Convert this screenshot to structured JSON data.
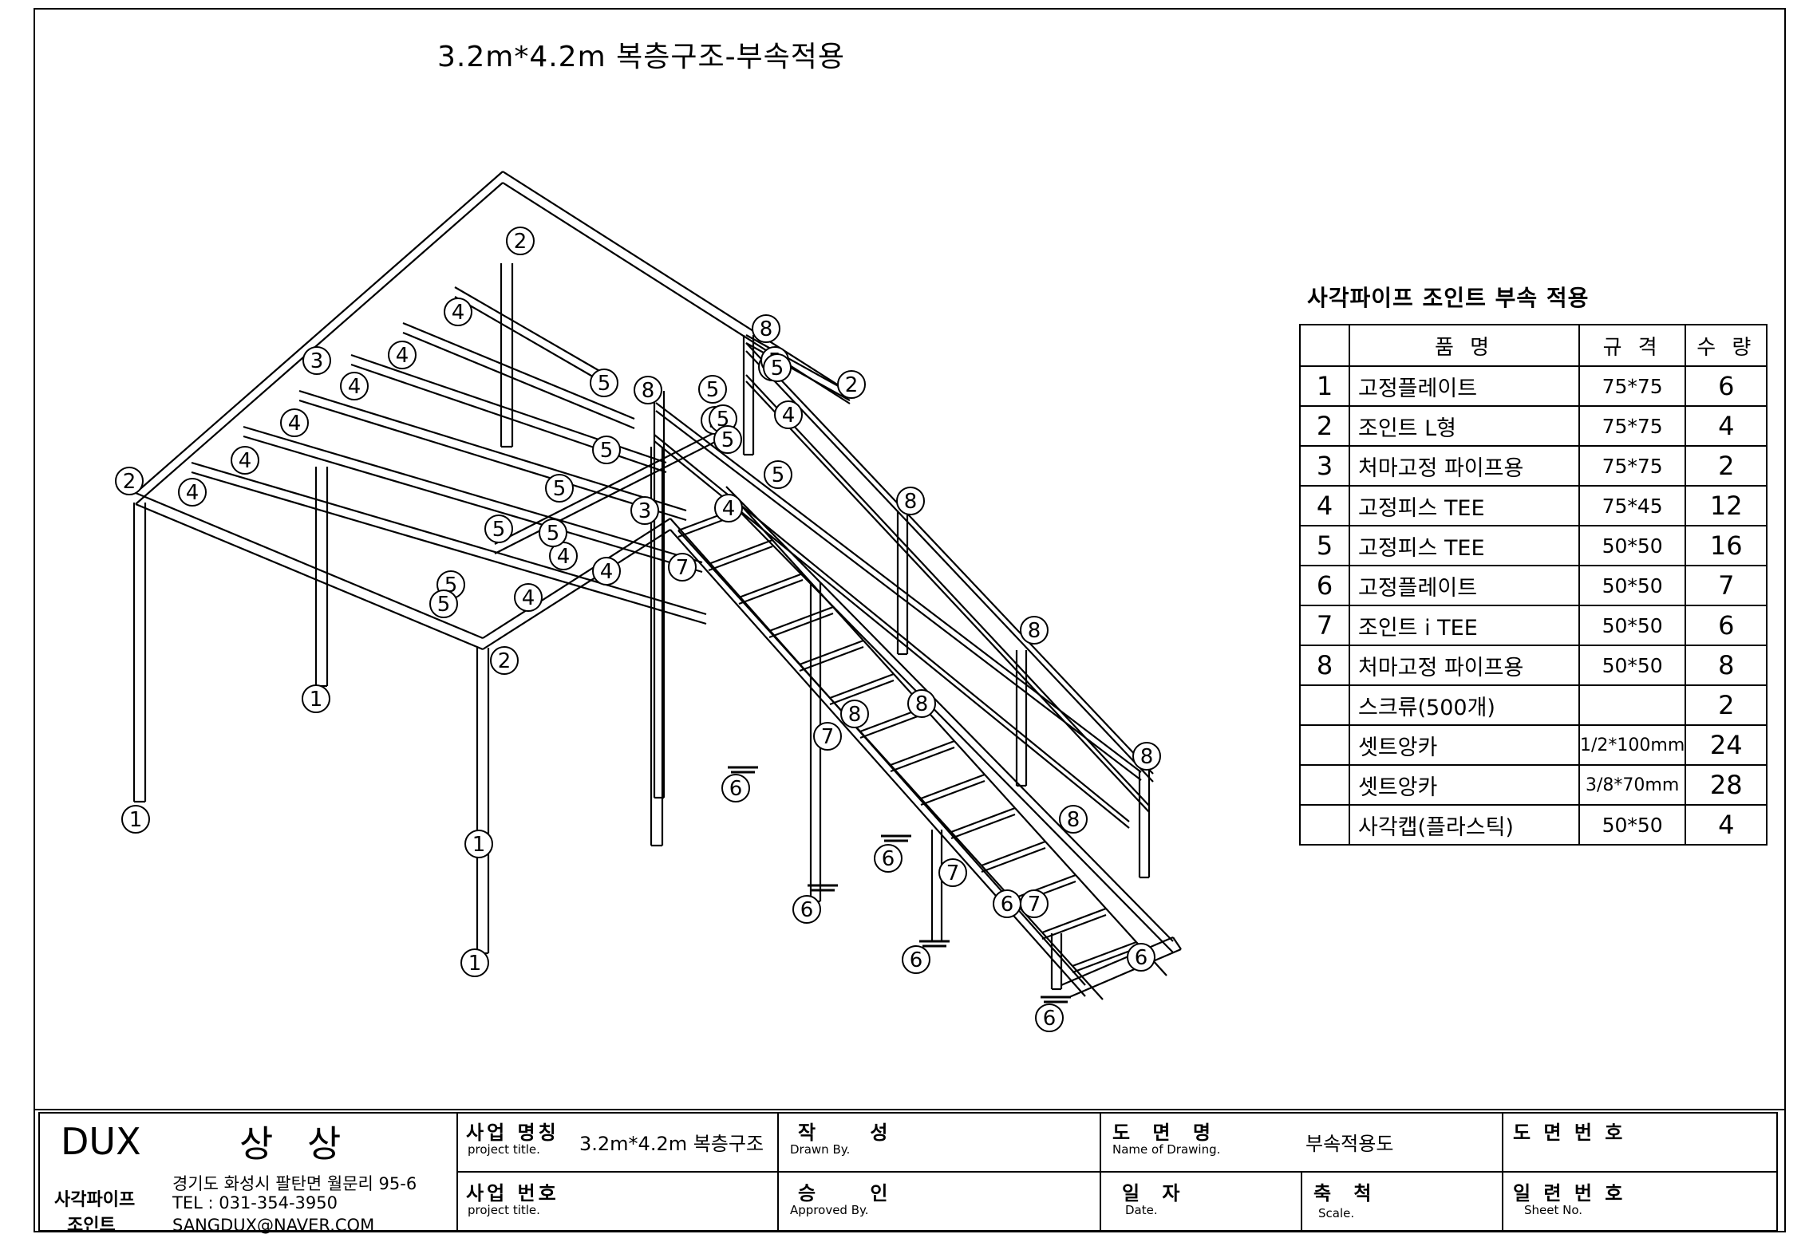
{
  "title": "3.2m*4.2m 복층구조-부속적용",
  "parts_table": {
    "heading": "사각파이프 조인트 부속 적용",
    "headers": {
      "no": "",
      "name": "품 명",
      "spec": "규 격",
      "qty": "수 량"
    },
    "rows": [
      {
        "no": "1",
        "name": "고정플레이트",
        "spec": "75*75",
        "qty": "6"
      },
      {
        "no": "2",
        "name": "조인트 L형",
        "spec": "75*75",
        "qty": "4"
      },
      {
        "no": "3",
        "name": "처마고정 파이프용",
        "spec": "75*75",
        "qty": "2"
      },
      {
        "no": "4",
        "name": "고정피스 TEE",
        "spec": "75*45",
        "qty": "12"
      },
      {
        "no": "5",
        "name": "고정피스 TEE",
        "spec": "50*50",
        "qty": "16"
      },
      {
        "no": "6",
        "name": "고정플레이트",
        "spec": "50*50",
        "qty": "7"
      },
      {
        "no": "7",
        "name": "조인트 i TEE",
        "spec": "50*50",
        "qty": "6"
      },
      {
        "no": "8",
        "name": "처마고정 파이프용",
        "spec": "50*50",
        "qty": "8"
      },
      {
        "no": "",
        "name": "스크류(500개)",
        "spec": "",
        "qty": "2"
      },
      {
        "no": "",
        "name": "셋트앙카",
        "spec": "1/2*100mm",
        "qty": "24"
      },
      {
        "no": "",
        "name": "셋트앙카",
        "spec": "3/8*70mm",
        "qty": "28"
      },
      {
        "no": "",
        "name": "사각캡(플라스틱)",
        "spec": "50*50",
        "qty": "4"
      }
    ]
  },
  "title_block": {
    "brand": "DUX",
    "brand_ko": "상 상",
    "company_line1": "사각파이프",
    "company_line2": "조인트",
    "address": "경기도 화성시 팔탄면 월문리 95-6",
    "tel": "TEL : 031-354-3950",
    "email": "SANGDUX@NAVER.COM",
    "project_name_ko": "사업 명칭",
    "project_name_en": "project title.",
    "project_name_value": "3.2m*4.2m 복층구조",
    "project_no_ko": "사업 번호",
    "project_no_en": "project title.",
    "drawn_ko": "작 성",
    "drawn_en": "Drawn By.",
    "approved_ko": "승 인",
    "approved_en": "Approved By.",
    "drawing_name_ko": "도 면 명",
    "drawing_name_en": "Name of Drawing.",
    "drawing_name_value": "부속적용도",
    "date_ko": "일 자",
    "date_en": "Date.",
    "scale_ko": "축 척",
    "scale_en": "Scale.",
    "drawing_no_ko": "도 면 번 호",
    "serial_no_ko": "일 련 번 호",
    "sheet_no_en": "Sheet No."
  },
  "diagram": {
    "callouts": [
      "1",
      "1",
      "1",
      "1",
      "2",
      "2",
      "2",
      "2",
      "3",
      "3",
      "4",
      "4",
      "4",
      "4",
      "4",
      "4",
      "4",
      "4",
      "4",
      "4",
      "4",
      "5",
      "5",
      "5",
      "5",
      "5",
      "5",
      "5",
      "5",
      "5",
      "5",
      "5",
      "5",
      "5",
      "5",
      "5",
      "6",
      "6",
      "6",
      "6",
      "6",
      "6",
      "6",
      "7",
      "7",
      "7",
      "7",
      "8",
      "8",
      "8",
      "8",
      "8",
      "8",
      "8",
      "8"
    ]
  }
}
